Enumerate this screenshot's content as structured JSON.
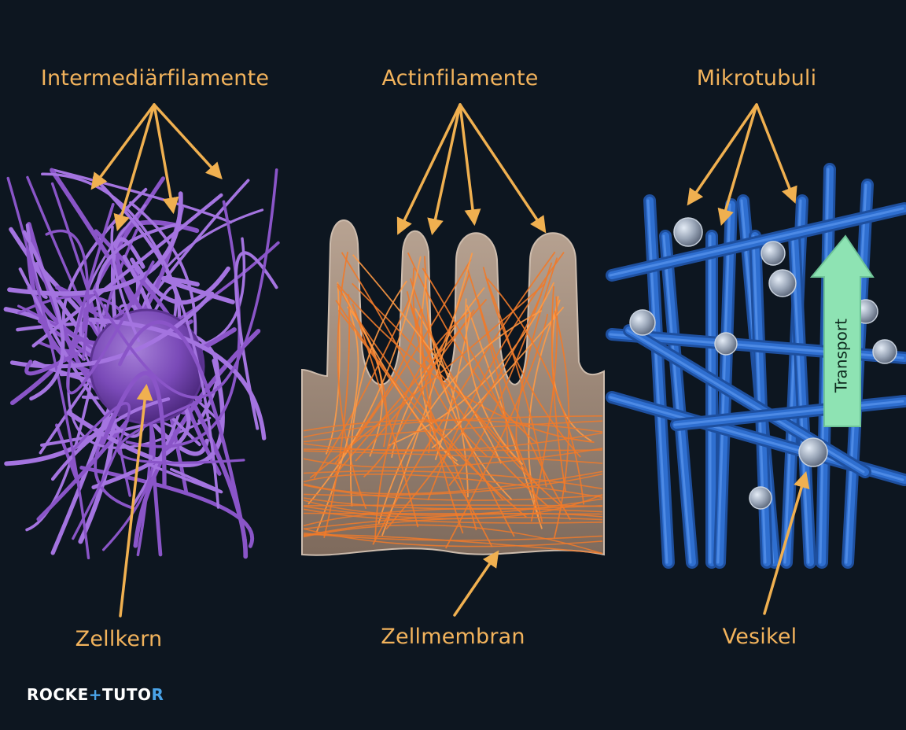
{
  "labels": {
    "intermediate_filaments": "Intermediärfilamente",
    "actin_filaments": "Actinfilamente",
    "microtubules": "Mikrotubuli",
    "nucleus": "Zellkern",
    "cell_membrane": "Zellmembran",
    "vesicle": "Vesikel",
    "transport": "Transport"
  },
  "logo": {
    "part1": "ROCKE",
    "mark": "+",
    "part2": "TUTO",
    "part3": "R"
  },
  "colors": {
    "background": "#0d1620",
    "label": "#f2b35c",
    "arrow": "#f0b050",
    "intermediate": "#8a55c8",
    "actin": "#f07a2a",
    "membrane": "#a8917f",
    "microtubule": "#2f6fd0",
    "vesicle": "#9aa6b8",
    "transport_arrow": "#8ee3b3"
  }
}
